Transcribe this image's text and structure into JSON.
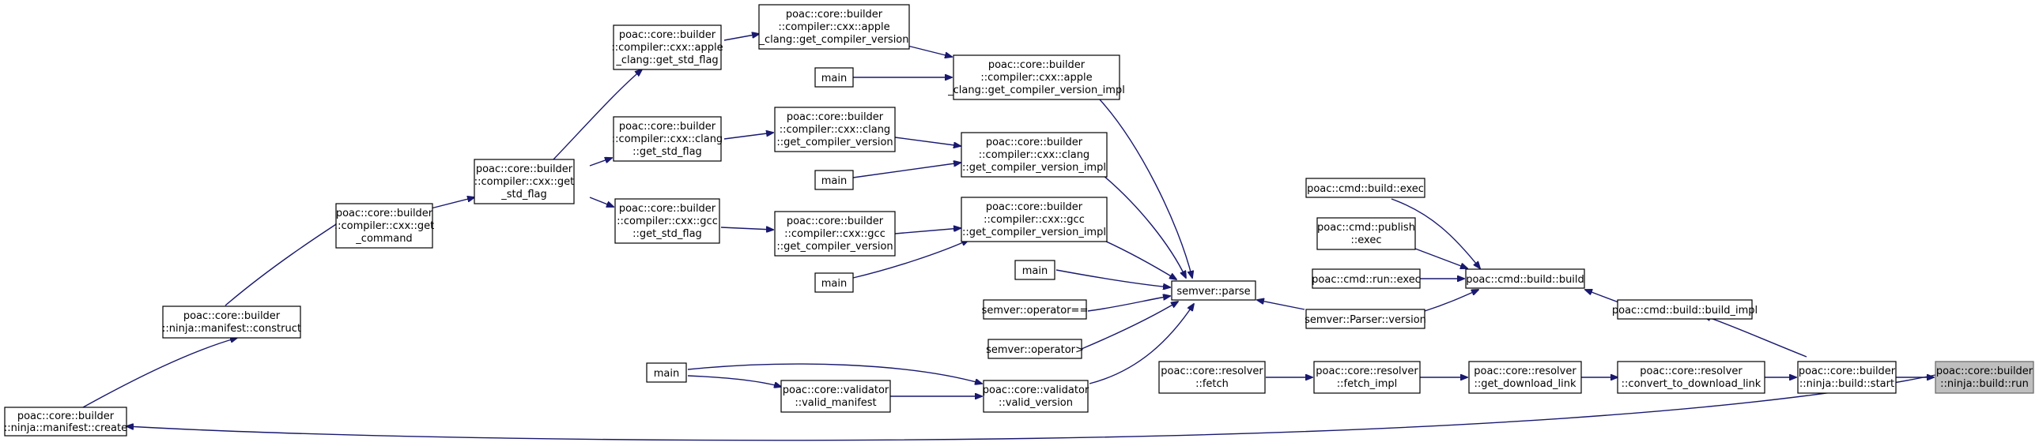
{
  "diagram": {
    "type": "call-graph",
    "colors": {
      "edge": "#191970",
      "node_border": "#000000",
      "highlight_fill": "#bfbfbf"
    },
    "nodes": [
      {
        "id": "create",
        "lines": [
          "poac::core::builder",
          "::ninja::manifest::create"
        ]
      },
      {
        "id": "construct",
        "lines": [
          "poac::core::builder",
          "::ninja::manifest::construct"
        ]
      },
      {
        "id": "get_command",
        "lines": [
          "poac::core::builder",
          "::compiler::cxx::get",
          "_command"
        ]
      },
      {
        "id": "get_std_flag",
        "lines": [
          "poac::core::builder",
          "::compiler::cxx::get",
          "_std_flag"
        ]
      },
      {
        "id": "apple_get_std_flag",
        "lines": [
          "poac::core::builder",
          "::compiler::cxx::apple",
          "_clang::get_std_flag"
        ]
      },
      {
        "id": "clang_get_std_flag",
        "lines": [
          "poac::core::builder",
          "::compiler::cxx::clang",
          "::get_std_flag"
        ]
      },
      {
        "id": "gcc_get_std_flag",
        "lines": [
          "poac::core::builder",
          "::compiler::cxx::gcc",
          "::get_std_flag"
        ]
      },
      {
        "id": "apple_get_compiler_version",
        "lines": [
          "poac::core::builder",
          "::compiler::cxx::apple",
          "_clang::get_compiler_version"
        ]
      },
      {
        "id": "clang_get_compiler_version",
        "lines": [
          "poac::core::builder",
          "::compiler::cxx::clang",
          "::get_compiler_version"
        ]
      },
      {
        "id": "gcc_get_compiler_version",
        "lines": [
          "poac::core::builder",
          "::compiler::cxx::gcc",
          "::get_compiler_version"
        ]
      },
      {
        "id": "main1",
        "lines": [
          "main"
        ]
      },
      {
        "id": "main2",
        "lines": [
          "main"
        ]
      },
      {
        "id": "main3",
        "lines": [
          "main"
        ]
      },
      {
        "id": "main4",
        "lines": [
          "main"
        ]
      },
      {
        "id": "main5",
        "lines": [
          "main"
        ]
      },
      {
        "id": "apple_impl",
        "lines": [
          "poac::core::builder",
          "::compiler::cxx::apple",
          "_clang::get_compiler_version_impl"
        ]
      },
      {
        "id": "clang_impl",
        "lines": [
          "poac::core::builder",
          "::compiler::cxx::clang",
          "::get_compiler_version_impl"
        ]
      },
      {
        "id": "gcc_impl",
        "lines": [
          "poac::core::builder",
          "::compiler::cxx::gcc",
          "::get_compiler_version_impl"
        ]
      },
      {
        "id": "op_eq",
        "lines": [
          "semver::operator=="
        ]
      },
      {
        "id": "op_gt",
        "lines": [
          "semver::operator>"
        ]
      },
      {
        "id": "valid_manifest",
        "lines": [
          "poac::core::validator",
          "::valid_manifest"
        ]
      },
      {
        "id": "valid_version",
        "lines": [
          "poac::core::validator",
          "::valid_version"
        ]
      },
      {
        "id": "semver_parse",
        "lines": [
          "semver::parse"
        ]
      },
      {
        "id": "parser_version",
        "lines": [
          "semver::Parser::version"
        ]
      },
      {
        "id": "build_exec",
        "lines": [
          "poac::cmd::build::exec"
        ]
      },
      {
        "id": "publish_exec",
        "lines": [
          "poac::cmd::publish",
          "::exec"
        ]
      },
      {
        "id": "run_exec",
        "lines": [
          "poac::cmd::run::exec"
        ]
      },
      {
        "id": "build_build",
        "lines": [
          "poac::cmd::build::build"
        ]
      },
      {
        "id": "build_impl",
        "lines": [
          "poac::cmd::build::build_impl"
        ]
      },
      {
        "id": "resolver_fetch",
        "lines": [
          "poac::core::resolver",
          "::fetch"
        ]
      },
      {
        "id": "fetch_impl",
        "lines": [
          "poac::core::resolver",
          "::fetch_impl"
        ]
      },
      {
        "id": "get_download_link",
        "lines": [
          "poac::core::resolver",
          "::get_download_link"
        ]
      },
      {
        "id": "convert_to_download_link",
        "lines": [
          "poac::core::resolver",
          "::convert_to_download_link"
        ]
      },
      {
        "id": "build_start",
        "lines": [
          "poac::core::builder",
          "::ninja::build::start"
        ]
      },
      {
        "id": "build_run",
        "lines": [
          "poac::core::builder",
          "::ninja::build::run"
        ],
        "highlight": true
      }
    ]
  }
}
